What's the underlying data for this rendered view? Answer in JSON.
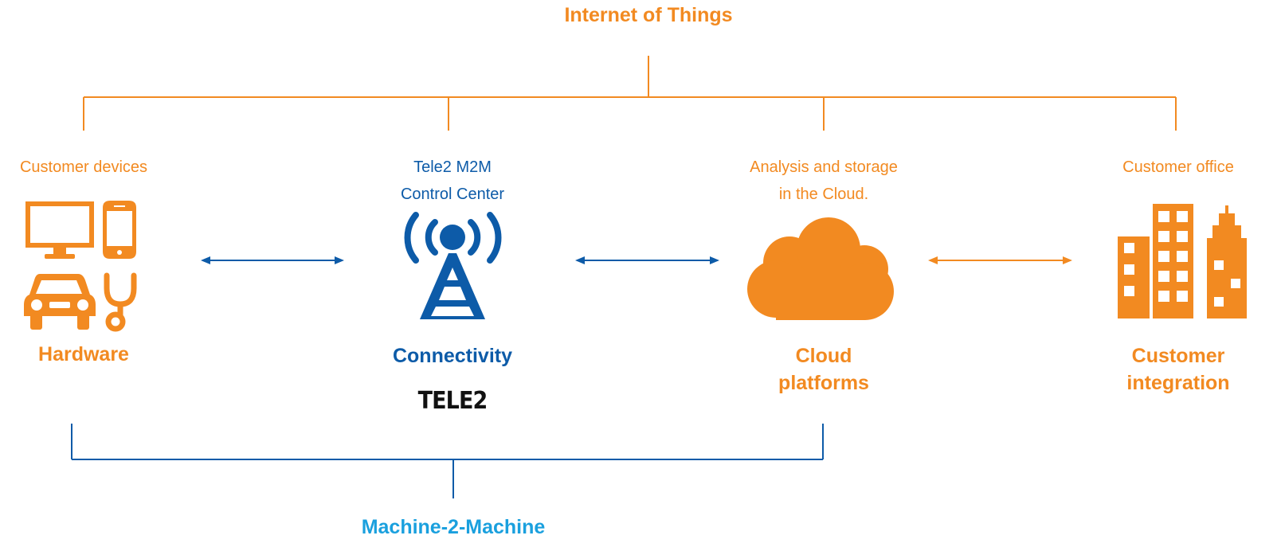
{
  "diagram": {
    "top_title": "Internet of Things",
    "bottom_title": "Machine-2-Machine",
    "columns": [
      {
        "caption_lines": [
          "Customer devices"
        ],
        "label_lines": [
          "Hardware"
        ],
        "color": "#f28a21",
        "icons": [
          "monitor-icon",
          "smartphone-icon",
          "car-icon",
          "stethoscope-icon"
        ]
      },
      {
        "caption_lines": [
          "Tele2 M2M",
          "Control Center"
        ],
        "label_lines": [
          "Connectivity"
        ],
        "brand_text": "TELE2",
        "color": "#0d5ba8",
        "icons": [
          "cell-tower-icon"
        ]
      },
      {
        "caption_lines": [
          "Analysis and storage",
          "in the Cloud."
        ],
        "label_lines": [
          "Cloud",
          "platforms"
        ],
        "color": "#f28a21",
        "icons": [
          "cloud-icon"
        ]
      },
      {
        "caption_lines": [
          "Customer office"
        ],
        "label_lines": [
          "Customer",
          "integration"
        ],
        "color": "#f28a21",
        "icons": [
          "office-buildings-icon"
        ]
      }
    ],
    "connectors": [
      {
        "from": "Hardware",
        "to": "Connectivity",
        "type": "bidirectional-arrow",
        "color": "#0d5ba8"
      },
      {
        "from": "Connectivity",
        "to": "Cloud platforms",
        "type": "bidirectional-arrow",
        "color": "#0d5ba8"
      },
      {
        "from": "Cloud platforms",
        "to": "Customer integration",
        "type": "bidirectional-arrow",
        "color": "#f28a21"
      }
    ],
    "colors": {
      "orange": "#f28a21",
      "blue": "#0d5ba8",
      "cyan": "#1aa0de"
    }
  }
}
